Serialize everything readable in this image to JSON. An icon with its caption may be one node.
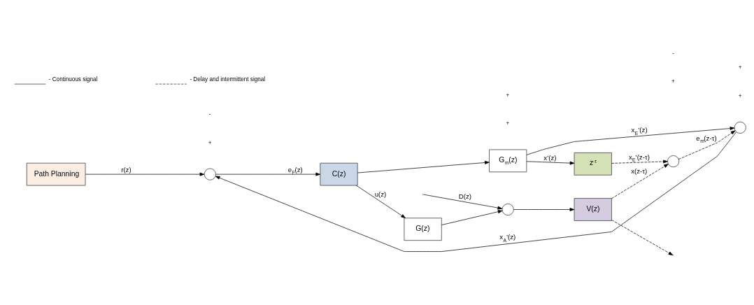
{
  "diagram": {
    "nodes": [
      {
        "text": [
          "Path Planning"
        ]
      },
      {
        "text": [],
        "shape": "circle"
      },
      {
        "text": [
          "C(z)"
        ]
      },
      {
        "text": [
          "G(z)"
        ]
      },
      {
        "text": [],
        "shape": "circle"
      },
      {
        "text": [
          "V(z)"
        ]
      },
      {
        "text": [
          "G$_{m}$(z)"
        ]
      },
      {
        "text": [
          "z$^{-τ}$"
        ]
      },
      {
        "text": [],
        "shape": "circle"
      },
      {
        "text": [],
        "shape": "circle"
      }
    ],
    "edges": [
      {
        "from": 0,
        "to": 1,
        "arrow": "to",
        "label": "r(z)"
      },
      {
        "from": 1,
        "to": 2,
        "arrow": "to",
        "label": "e$_{F}$(z)"
      },
      {
        "from": 2,
        "to": 3,
        "arrow": "to",
        "label": "u(z)"
      },
      {
        "from": 2,
        "to": 6,
        "arrow": "to"
      },
      {
        "from": 3,
        "to": 4,
        "arrow": "to"
      },
      {
        "from": null,
        "to": 4,
        "arrow": "to",
        "label": "D(z)"
      },
      {
        "from": 4,
        "to": 5,
        "arrow": "to"
      },
      {
        "from": 5,
        "to": 8,
        "arrow": "to",
        "label": "x(z-τ)",
        "style": "dashed"
      },
      {
        "from": 5,
        "to": null,
        "arrow": "to",
        "style": "dashed"
      },
      {
        "from": 6,
        "to": 7,
        "arrow": "to",
        "label": "x’(z)"
      },
      {
        "from": 6,
        "to": 9,
        "arrow": "to",
        "label": "x$_{E}$’(z)"
      },
      {
        "from": 7,
        "to": 8,
        "arrow": "to",
        "label": "x$_{E}$’(z-τ)",
        "style": "dashed"
      },
      {
        "from": 8,
        "to": 9,
        "arrow": "to",
        "label": "e$_{m}$(z-τ)",
        "style": "dashed"
      },
      {
        "from": 9,
        "to": 1,
        "arrow": "to",
        "label": "x$_{A}$’(z)"
      }
    ],
    "labels": [
      "+",
      "-",
      "+",
      "+",
      "+",
      "-",
      "+",
      "+"
    ],
    "legend": [
      {
        "text": "- Continuous signal"
      },
      {
        "text": "- Delay and intermittent signal"
      }
    ]
  }
}
